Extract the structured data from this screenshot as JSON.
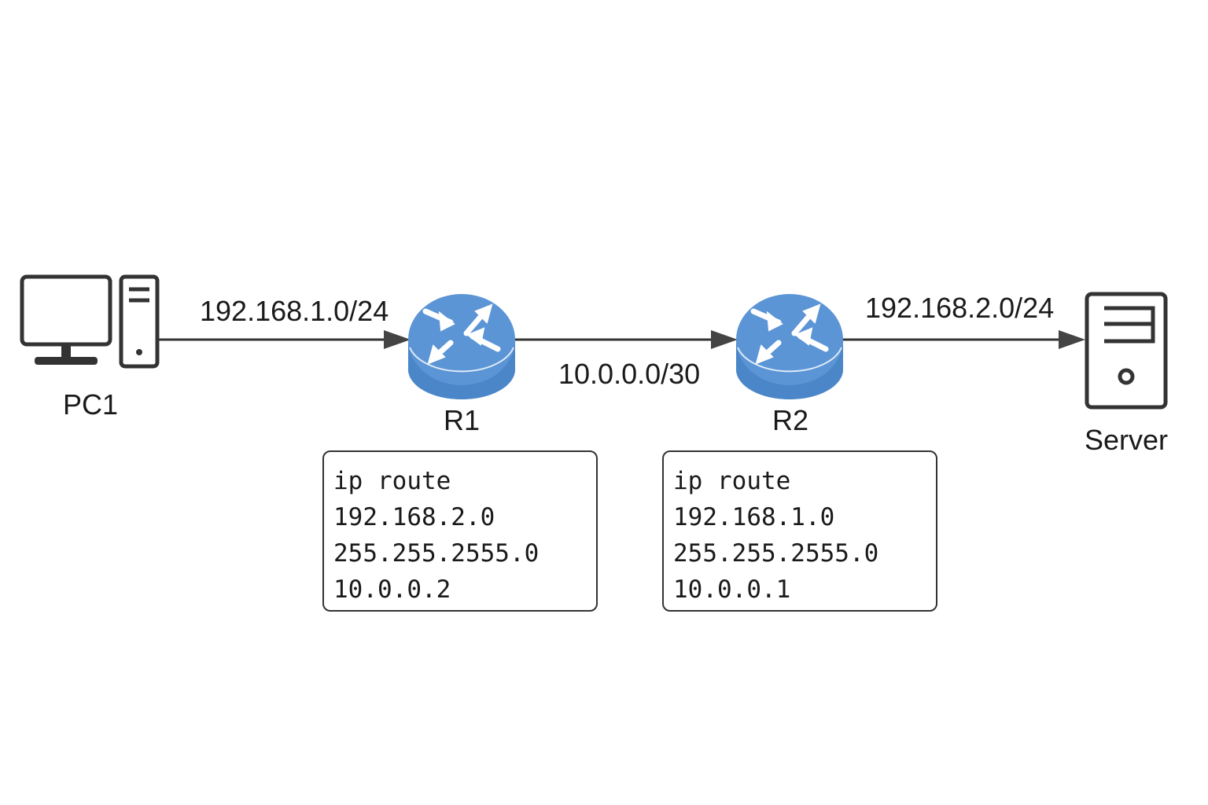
{
  "nodes": {
    "pc1": {
      "label": "PC1"
    },
    "r1": {
      "label": "R1"
    },
    "r2": {
      "label": "R2"
    },
    "server": {
      "label": "Server"
    }
  },
  "links": {
    "pc1_r1": {
      "label": "192.168.1.0/24"
    },
    "r1_r2": {
      "label": "10.0.0.0/30"
    },
    "r2_server": {
      "label": "192.168.2.0/24"
    }
  },
  "configs": {
    "r1": {
      "lines": [
        "ip route",
        "192.168.2.0",
        "255.255.2555.0",
        "10.0.0.2"
      ]
    },
    "r2": {
      "lines": [
        "ip route",
        "192.168.1.0",
        "255.255.2555.0",
        "10.0.0.1"
      ]
    }
  },
  "colors": {
    "router_fill": "#4a86c8",
    "router_top": "#5b95d6",
    "line": "#333333",
    "arrow_head": "#444444",
    "icon_stroke": "#333333"
  },
  "icons": {
    "pc1": "desktop-computer-icon",
    "r1": "router-icon",
    "r2": "router-icon",
    "server": "server-tower-icon"
  }
}
